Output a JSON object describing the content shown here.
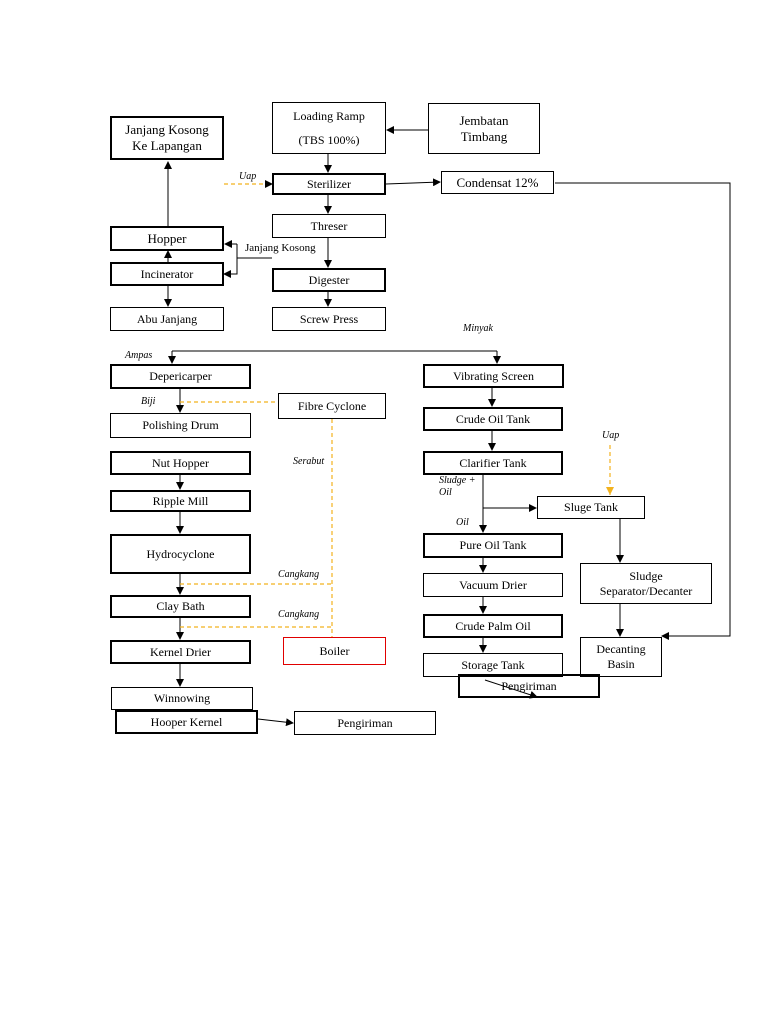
{
  "colors": {
    "line": "#000000",
    "dashed": "#f2b21e",
    "boiler_border": "#e00000"
  },
  "nodes": {
    "jembatan_timbang": "Jembatan\nTimbang",
    "loading_ramp": "Loading Ramp\n\n(TBS 100%)",
    "janjang_kosong_lapangan": "Janjang Kosong\nKe Lapangan",
    "sterilizer": "Sterilizer",
    "condensat": "Condensat 12%",
    "threser": "Threser",
    "hopper": "Hopper",
    "incinerator": "Incinerator",
    "digester": "Digester",
    "abu_janjang": "Abu Janjang",
    "screw_press": "Screw Press",
    "depericarper": "Depericarper",
    "fibre_cyclone": "Fibre Cyclone",
    "polishing_drum": "Polishing Drum",
    "nut_hopper": "Nut Hopper",
    "ripple_mill": "Ripple Mill",
    "hydrocyclone": "Hydrocyclone",
    "clay_bath": "Clay Bath",
    "kernel_drier": "Kernel Drier",
    "boiler": "Boiler",
    "winnowing": "Winnowing",
    "hooper_kernel": "Hooper Kernel",
    "pengiriman_kernel": "Pengiriman",
    "vibrating_screen": "Vibrating Screen",
    "crude_oil_tank": "Crude Oil Tank",
    "clarifier_tank": "Clarifier Tank",
    "sluge_tank": "Sluge Tank",
    "pure_oil_tank": "Pure Oil Tank",
    "sludge_separator": "Sludge\nSeparator/Decanter",
    "vacuum_drier": "Vacuum Drier",
    "crude_palm_oil": "Crude Palm Oil",
    "decanting_basin": "Decanting\nBasin",
    "storage_tank": "Storage Tank",
    "pengiriman_oil": "Pengiriman"
  },
  "labels": {
    "uap_1": "Uap",
    "janjang_kosong": "Janjang Kosong",
    "minyak": "Minyak",
    "ampas": "Ampas",
    "biji": "Biji",
    "serabut": "Serabut",
    "cangkang_1": "Cangkang",
    "cangkang_2": "Cangkang",
    "uap_2": "Uap",
    "sludge_oil": "Sludge +\nOil",
    "oil": "Oil"
  }
}
